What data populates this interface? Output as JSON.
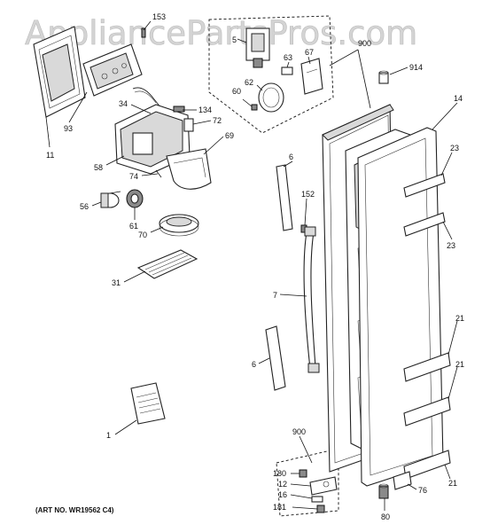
{
  "watermark": "AppliancePartsPros.com",
  "art_no": "(ART NO. WR19562 C4)",
  "callouts": [
    {
      "key": "c153",
      "text": "153"
    },
    {
      "key": "c11",
      "text": "11"
    },
    {
      "key": "c93",
      "text": "93"
    },
    {
      "key": "c34",
      "text": "34"
    },
    {
      "key": "c134",
      "text": "134"
    },
    {
      "key": "c72",
      "text": "72"
    },
    {
      "key": "c69",
      "text": "69"
    },
    {
      "key": "c58",
      "text": "58"
    },
    {
      "key": "c74",
      "text": "74"
    },
    {
      "key": "c56",
      "text": "56"
    },
    {
      "key": "c61",
      "text": "61"
    },
    {
      "key": "c70",
      "text": "70"
    },
    {
      "key": "c31",
      "text": "31"
    },
    {
      "key": "c1",
      "text": "1"
    },
    {
      "key": "c5",
      "text": "5"
    },
    {
      "key": "c63",
      "text": "63"
    },
    {
      "key": "c67",
      "text": "67"
    },
    {
      "key": "c62",
      "text": "62"
    },
    {
      "key": "c60",
      "text": "60"
    },
    {
      "key": "c900a",
      "text": "900"
    },
    {
      "key": "c914",
      "text": "914"
    },
    {
      "key": "c14",
      "text": "14"
    },
    {
      "key": "c6a",
      "text": "6"
    },
    {
      "key": "c152",
      "text": "152"
    },
    {
      "key": "c7",
      "text": "7"
    },
    {
      "key": "c6b",
      "text": "6"
    },
    {
      "key": "c23a",
      "text": "23"
    },
    {
      "key": "c23b",
      "text": "23"
    },
    {
      "key": "c21a",
      "text": "21"
    },
    {
      "key": "c21b",
      "text": "21"
    },
    {
      "key": "c21c",
      "text": "21"
    },
    {
      "key": "c900b",
      "text": "900"
    },
    {
      "key": "c180",
      "text": "180"
    },
    {
      "key": "c12",
      "text": "12"
    },
    {
      "key": "c16",
      "text": "16"
    },
    {
      "key": "c181",
      "text": "181"
    },
    {
      "key": "c76",
      "text": "76"
    },
    {
      "key": "c80",
      "text": "80"
    }
  ]
}
